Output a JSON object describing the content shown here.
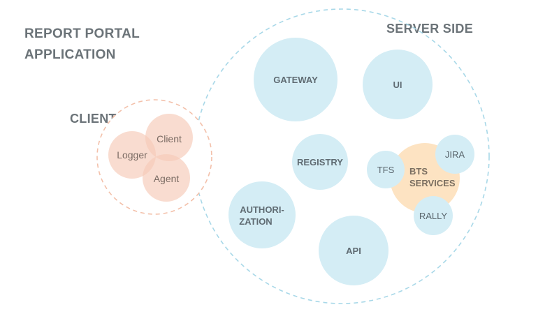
{
  "title_lines": [
    "REPORT PORTAL",
    "APPLICATION"
  ],
  "client_heading": "CLIENT SIDE",
  "server_heading": "SERVER SIDE",
  "client_nodes": [
    "Logger",
    "Client",
    "Agent"
  ],
  "server_nodes": {
    "gateway": "GATEWAY",
    "ui": "UI",
    "registry": "REGISTRY",
    "authorization": [
      "AUTHORI-",
      "ZATION"
    ],
    "api": "API",
    "tfs": "TFS",
    "bts_services": [
      "BTS",
      "SERVICES"
    ],
    "jira": "JIRA",
    "rally": "RALLY"
  },
  "colors": {
    "server_fill": "#d4edf5",
    "server_border": "#a8d8e8",
    "client_fill": "#f6c9b7",
    "client_border": "#f3c0aa",
    "bts_fill": "#fde3c2",
    "heading_text": "#6b7378"
  }
}
